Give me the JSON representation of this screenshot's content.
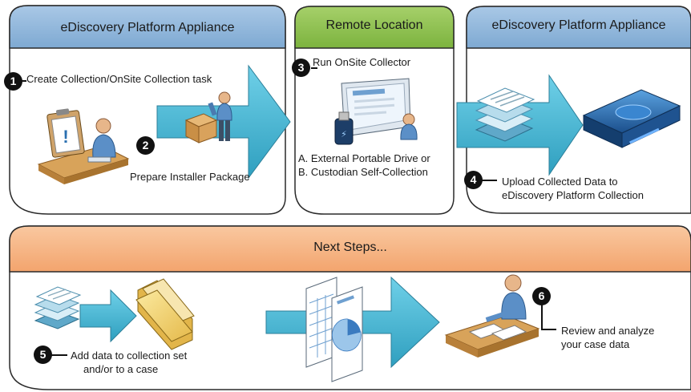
{
  "colors": {
    "blue_header": "#8bb3d8",
    "green_header": "#8cbd4a",
    "orange_header": "#f6b27f",
    "arrow": "#4bb3d0",
    "panel_border": "#2a2a2a"
  },
  "panels": {
    "left_title": "eDiscovery Platform Appliance",
    "middle_title": "Remote Location",
    "right_title": "eDiscovery Platform Appliance",
    "bottom_title": "Next Steps..."
  },
  "steps": {
    "s1": {
      "number": "1",
      "label": "Create Collection/OnSite Collection task"
    },
    "s2": {
      "number": "2",
      "label": "Prepare Installer Package"
    },
    "s3": {
      "number": "3",
      "label": "Run OnSite Collector"
    },
    "s3_options": {
      "a": "A. External Portable Drive or",
      "b": "B. Custodian Self-Collection"
    },
    "s4": {
      "number": "4",
      "line1": "Upload Collected Data to",
      "line2": "eDiscovery Platform Collection"
    },
    "s5": {
      "number": "5",
      "line1": "Add data to collection set",
      "line2": "and/or to a case"
    },
    "s6": {
      "number": "6",
      "line1": "Review and analyze",
      "line2": "your case data"
    }
  },
  "icons": [
    "clipboard-person-desk-icon",
    "person-packing-box-icon",
    "laptop-usb-drive-icon",
    "document-stack-icon",
    "appliance-server-icon",
    "folder-icon",
    "spreadsheet-chart-documents-icon",
    "person-reviewing-desk-icon"
  ]
}
